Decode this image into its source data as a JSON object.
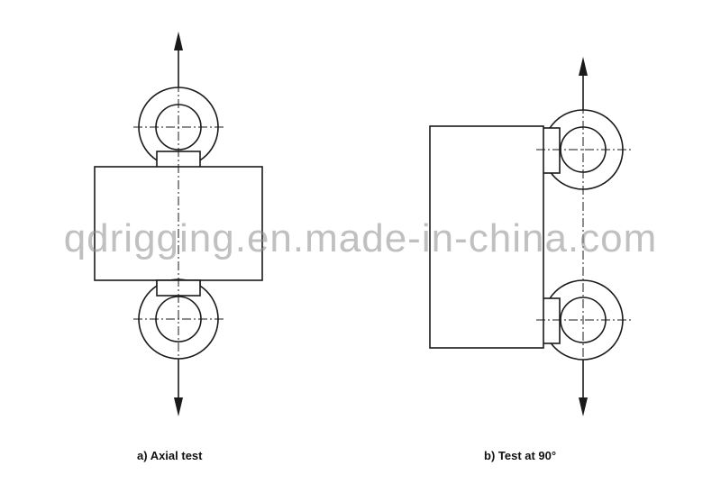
{
  "watermark": "qdrigging.en.made-in-china.com",
  "figures": {
    "a": {
      "caption": "a) Axial test"
    },
    "b": {
      "caption": "b) Test at 90°"
    }
  },
  "colors": {
    "line": "#1a1a1a",
    "watermark": "#8c8c8c",
    "background": "#ffffff"
  }
}
